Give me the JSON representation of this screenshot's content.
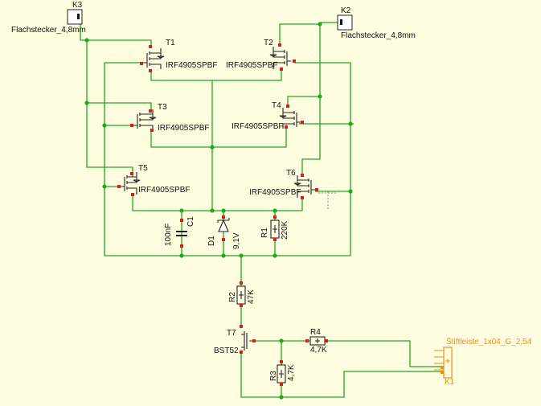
{
  "labels": {
    "k3": "K3",
    "k3_value": "Flachstecker_4,8mm",
    "k2": "K2",
    "k2_value": "Flachstecker_4,8mm",
    "t1": "T1",
    "t2": "T2",
    "t3": "T3",
    "t4": "T4",
    "t5": "T5",
    "t6": "T6",
    "t7": "T7",
    "mosfet_value": "IRF4905SPBF",
    "c1": "C1",
    "c1_value": "100nF",
    "d1": "D1",
    "d1_value": "9,1V",
    "r1": "R1",
    "r1_value": "220K",
    "r2": "R2",
    "r2_value": "47K",
    "t7_value": "BST52",
    "r4": "R4",
    "r4_value": "4,7K",
    "r3": "R3",
    "r3_value": "4,7K",
    "header": "Stiftleiste_1x04_G_2,54",
    "header_ref": "K1"
  },
  "colors": {
    "background": "#fffde0",
    "wire": "#1faa1f",
    "symbol": "#222222",
    "pin": "#d02020",
    "header": "#e8901c"
  }
}
